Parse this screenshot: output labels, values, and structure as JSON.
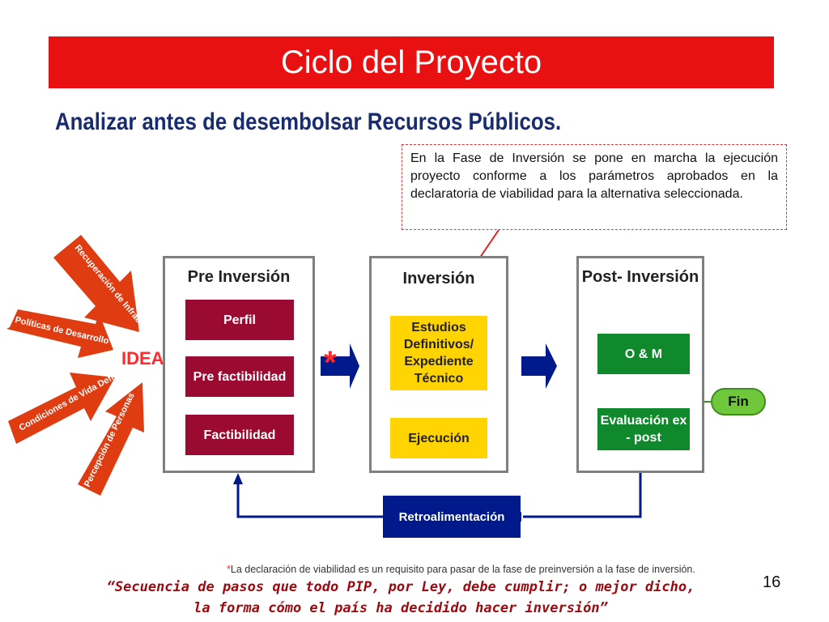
{
  "title": "Ciclo del Proyecto",
  "subtitle": "Analizar antes de desembolsar  Recursos Públicos.",
  "note": "En la Fase de Inversión se pone en marcha la ejecución proyecto conforme a los parámetros aprobados en la declaratoria de viabilidad para la alternativa seleccionada.",
  "inputs": [
    "Recuperación de Infraestructura",
    "Políticas de Desarrollo",
    "Condiciones de Vida Deficitarias",
    "Percepción de Personas"
  ],
  "idea": "IDEA",
  "asterisk": "*",
  "phases": {
    "pre": {
      "title": "Pre Inversión",
      "steps": [
        "Perfil",
        "Pre factibilidad",
        "Factibilidad"
      ]
    },
    "inv": {
      "title": "Inversión",
      "steps": [
        "Estudios Definitivos/ Expediente Técnico",
        "Ejecución"
      ]
    },
    "post": {
      "title": "Post- Inversión",
      "steps": [
        "O & M",
        "Evaluación ex - post"
      ]
    }
  },
  "fin": "Fin",
  "feedback": "Retroalimentación",
  "footnote_star": "*",
  "footnote": "La declaración de viabilidad es un requisito para pasar de la fase de preinversión a la fase de inversión.",
  "quote_line1": "“Secuencia de pasos que todo PIP, por Ley, debe cumplir; o mejor dicho,",
  "quote_line2": "la forma cómo el país ha decidido hacer inversión”",
  "page_number": "16",
  "colors": {
    "title_bg": "#e81010",
    "subtitle": "#1a2c70",
    "maroon": "#9b0a30",
    "yellow": "#ffd400",
    "green": "#10892c",
    "navy": "#001a8c",
    "orange_red": "#e03c12",
    "idea": "#ff2a2a"
  }
}
